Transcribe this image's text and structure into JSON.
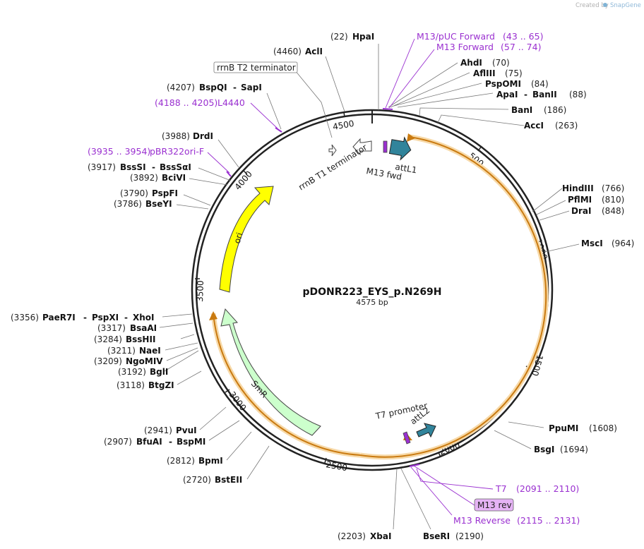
{
  "credit": {
    "created_by": "Created by",
    "brand": "SnapGene"
  },
  "plasmid": {
    "name": "pDONR223_EYS_p.N269H",
    "length": "4575 bp"
  },
  "ticks": [
    "500",
    "1000",
    "1500",
    "2000",
    "2500",
    "3000",
    "3500",
    "4000",
    "4500"
  ],
  "enzymes": [
    {
      "pos": "(22)",
      "name": "HpaI"
    },
    {
      "pos": "(4460)",
      "name": "AclI"
    },
    {
      "pos": "(70)",
      "name": "AhdI"
    },
    {
      "pos": "(75)",
      "name": "AflIII"
    },
    {
      "pos": "(84)",
      "name": "PspOMI"
    },
    {
      "pos": "(88)",
      "name": "ApaI",
      "name2": "BanII"
    },
    {
      "pos": "(186)",
      "name": "BanI"
    },
    {
      "pos": "(263)",
      "name": "AccI"
    },
    {
      "pos": "(766)",
      "name": "HindIII"
    },
    {
      "pos": "(810)",
      "name": "PflMI"
    },
    {
      "pos": "(848)",
      "name": "DraI"
    },
    {
      "pos": "(964)",
      "name": "MscI"
    },
    {
      "pos": "(1608)",
      "name": "PpuMI"
    },
    {
      "pos": "(1694)",
      "name": "BsgI"
    },
    {
      "pos": "(2190)",
      "name": "BseRI"
    },
    {
      "pos": "(2203)",
      "name": "XbaI"
    },
    {
      "pos": "(2720)",
      "name": "BstEII"
    },
    {
      "pos": "(2812)",
      "name": "BpmI"
    },
    {
      "pos": "(2907)",
      "name": "BfuAI",
      "name2": "BspMI"
    },
    {
      "pos": "(2941)",
      "name": "PvuI"
    },
    {
      "pos": "(3118)",
      "name": "BtgZI"
    },
    {
      "pos": "(3192)",
      "name": "BglI"
    },
    {
      "pos": "(3209)",
      "name": "NgoMIV"
    },
    {
      "pos": "(3211)",
      "name": "NaeI"
    },
    {
      "pos": "(3284)",
      "name": "BssHII"
    },
    {
      "pos": "(3317)",
      "name": "BsaAI"
    },
    {
      "pos": "(3356)",
      "name": "PaeR7I",
      "name2": "PspXI",
      "name3": "XhoI"
    },
    {
      "pos": "(3786)",
      "name": "BseYI"
    },
    {
      "pos": "(3790)",
      "name": "PspFI"
    },
    {
      "pos": "(3892)",
      "name": "BciVI"
    },
    {
      "pos": "(3917)",
      "name": "BssSI",
      "name2": "BssSαI"
    },
    {
      "pos": "(3988)",
      "name": "DrdI"
    },
    {
      "pos": "(4207)",
      "name": "BspQI",
      "name2": "SapI"
    }
  ],
  "primers": [
    {
      "name": "M13/pUC Forward",
      "range": "(43 .. 65)"
    },
    {
      "name": "M13 Forward",
      "range": "(57 .. 74)"
    },
    {
      "name": "L4440",
      "range": "(4188 .. 4205)"
    },
    {
      "name": "pBR322ori-F",
      "range": "(3935 .. 3954)"
    },
    {
      "name": "T7",
      "range": "(2091 .. 2110)"
    },
    {
      "name": "M13 rev",
      "range": ""
    },
    {
      "name": "M13 Reverse",
      "range": "(2115 .. 2131)"
    }
  ],
  "features": {
    "rrnB_T2": "rrnB T2 terminator",
    "rrnB_T1": "rrnB T1 terminator",
    "attL1": "attL1",
    "m13fwd": "M13 fwd",
    "t7promoter": "T7 promoter",
    "attL2": "attL2",
    "ori": "ori",
    "smr": "SmR"
  },
  "colors": {
    "ori": "#ffff00",
    "smr": "#ccffcc",
    "attL": "#31849b",
    "insert_orange": "#f5a623",
    "primer": "#9a30d0"
  }
}
